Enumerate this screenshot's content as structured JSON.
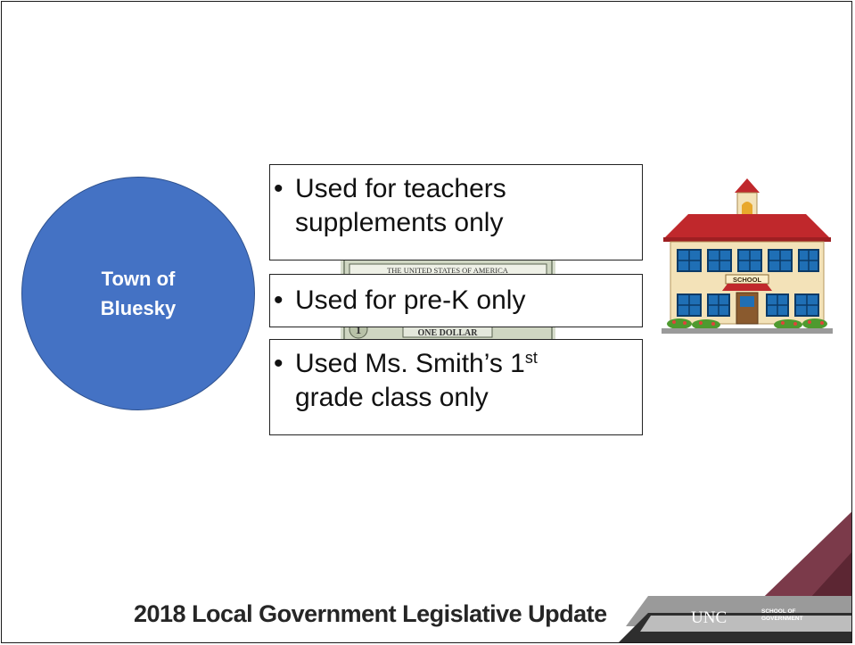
{
  "circle": {
    "label": "Town of\nBluesky"
  },
  "bill": {
    "banner_text": "THE UNITED STATES OF AMERICA",
    "ribbon_text": "ONE DOLLAR",
    "numeral": "1"
  },
  "boxes": [
    {
      "bullet": "•",
      "line1": "Used for teachers",
      "line2": "supplements only"
    },
    {
      "bullet": "•",
      "line1": "Used for pre-K only"
    },
    {
      "bullet": "•",
      "line1_main": "Used Ms. Smith’s 1",
      "line1_sup": "st",
      "line2": "grade class only"
    }
  ],
  "school": {
    "sign": "SCHOOL"
  },
  "footer": {
    "title": "2018 Local Government Legislative Update",
    "logo_text": "UNC",
    "logo_subtext": "SCHOOL OF\nGOVERNMENT"
  },
  "colors": {
    "circle": "#4472c4",
    "accent_maroon": "#7b3a4a",
    "roof_red": "#c0282c"
  }
}
